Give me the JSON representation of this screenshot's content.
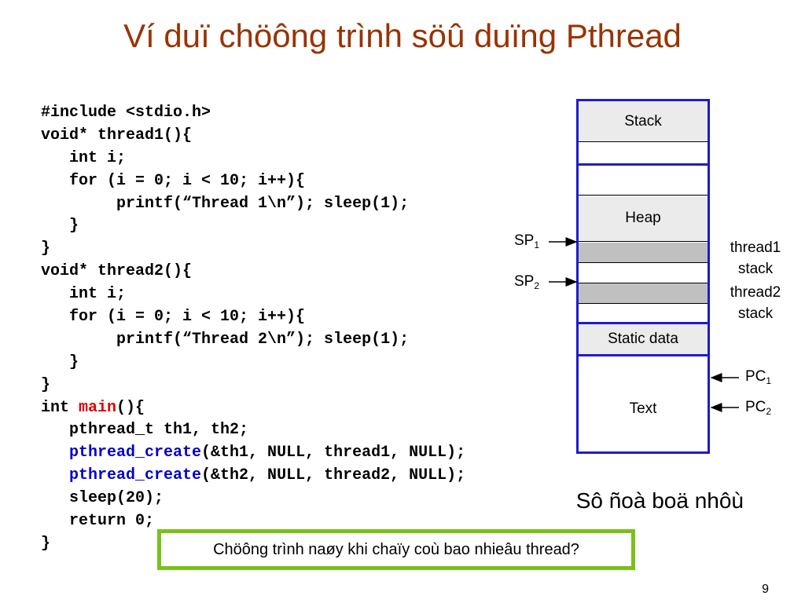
{
  "title": "Ví duï chöông trình söû duïng Pthread",
  "code": {
    "lines": [
      "#include <stdio.h>",
      "void* thread1(){",
      "   int i;",
      "   for (i = 0; i < 10; i++){",
      "        printf(“Thread 1\\n”); sleep(1);",
      "   }",
      "}",
      "void* thread2(){",
      "   int i;",
      "   for (i = 0; i < 10; i++){",
      "        printf(“Thread 2\\n”); sleep(1);",
      "   }",
      "}"
    ],
    "main_prefix": "int ",
    "main_keyword": "main",
    "main_suffix": "(){",
    "pthread_decl": "   pthread_t th1, th2;",
    "create_indent": "   ",
    "create_keyword": "pthread_create",
    "create1_args": "(&th1, NULL, thread1, NULL);",
    "create2_args": "(&th2, NULL, thread2, NULL);",
    "sleep_line": "   sleep(20);",
    "return_line": "   return 0;",
    "close_line": "}"
  },
  "memory": {
    "stack": "Stack",
    "heap": "Heap",
    "static_data": "Static data",
    "text": "Text"
  },
  "labels": {
    "sp1_main": "SP",
    "sp1_sub": "1",
    "sp2_main": "SP",
    "sp2_sub": "2",
    "pc1_main": "PC",
    "pc1_sub": "1",
    "pc2_main": "PC",
    "pc2_sub": "2",
    "thread1_stack_line1": "thread1",
    "thread1_stack_line2": "stack",
    "thread2_stack_line1": "thread2",
    "thread2_stack_line2": "stack"
  },
  "caption": "Sô ñoà boä nhôù",
  "question": "Chöông trình naøy khi chaïy coù bao nhieâu thread?",
  "page_number": "9"
}
